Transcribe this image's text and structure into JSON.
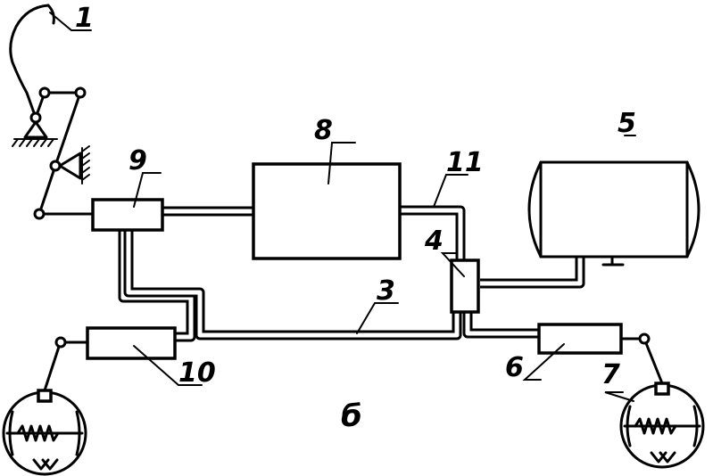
{
  "labels": {
    "pedal": "1",
    "main_line": "3",
    "valve": "4",
    "receiver": "5",
    "rear_chamber": "6",
    "rear_brake": "7",
    "compressor": "8",
    "brake_valve": "9",
    "front_chamber": "10",
    "line_11": "11"
  },
  "caption": "б"
}
